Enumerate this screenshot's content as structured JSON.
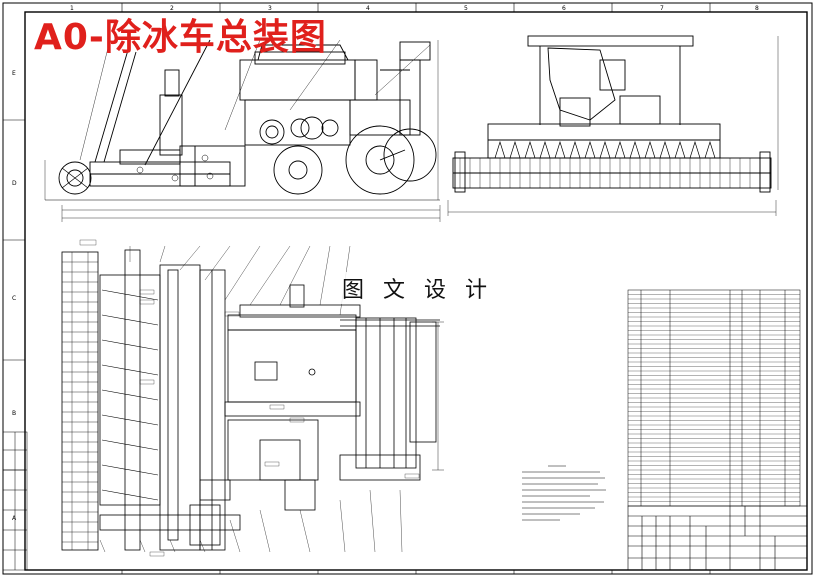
{
  "drawing": {
    "title": "A0-除冰车总装图",
    "watermark": "图 文 设 计",
    "colors": {
      "title": "#e0201c",
      "ink": "#000000",
      "paper": "#ffffff"
    }
  },
  "frame": {
    "top_zone_numbers": [
      "1",
      "2",
      "3",
      "4",
      "5",
      "6",
      "7",
      "8"
    ],
    "side_zone_letters": [
      "E",
      "D",
      "C",
      "B",
      "A"
    ]
  },
  "parts_list": {
    "row_count": 48
  },
  "title_block": {
    "present": true
  }
}
